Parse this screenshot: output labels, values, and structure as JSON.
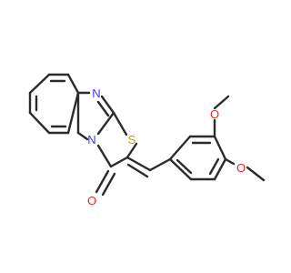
{
  "molecule": {
    "atoms": {
      "N_imine": {
        "label": "N",
        "color": "#3a3aff"
      },
      "N_ring": {
        "label": "N",
        "color": "#3a3aff"
      },
      "S": {
        "label": "S",
        "color": "#c8a000"
      },
      "O_carbonyl": {
        "label": "O",
        "color": "#ff2020"
      },
      "O_meta": {
        "label": "O",
        "color": "#ff2020"
      },
      "O_para": {
        "label": "O",
        "color": "#ff2020"
      }
    },
    "bond_color": "#2b2b2b"
  }
}
